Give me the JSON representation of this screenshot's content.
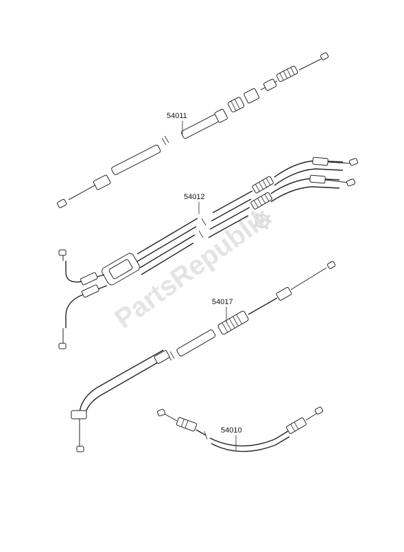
{
  "diagram": {
    "watermark": "PartsRepublik",
    "watermark_icon": "gear-icon",
    "parts": [
      {
        "id": "54011",
        "label": "54011"
      },
      {
        "id": "54012",
        "label": "54012"
      },
      {
        "id": "54017",
        "label": "54017"
      },
      {
        "id": "54010",
        "label": "54010"
      }
    ]
  }
}
